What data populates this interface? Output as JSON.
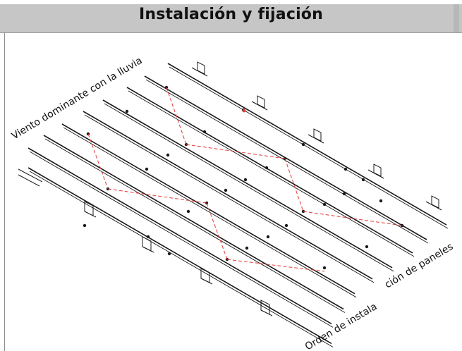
{
  "header": {
    "title": "Instalación y fijación"
  },
  "labels": {
    "wind": "Viento dominante con la lluvia",
    "install_order_part1": "Orden de instala",
    "install_order_part2": "ción de paneles"
  },
  "colors": {
    "header_bg": "#c6c6c6",
    "line": "#1a1a1a",
    "fastener_path": "#e53935"
  }
}
